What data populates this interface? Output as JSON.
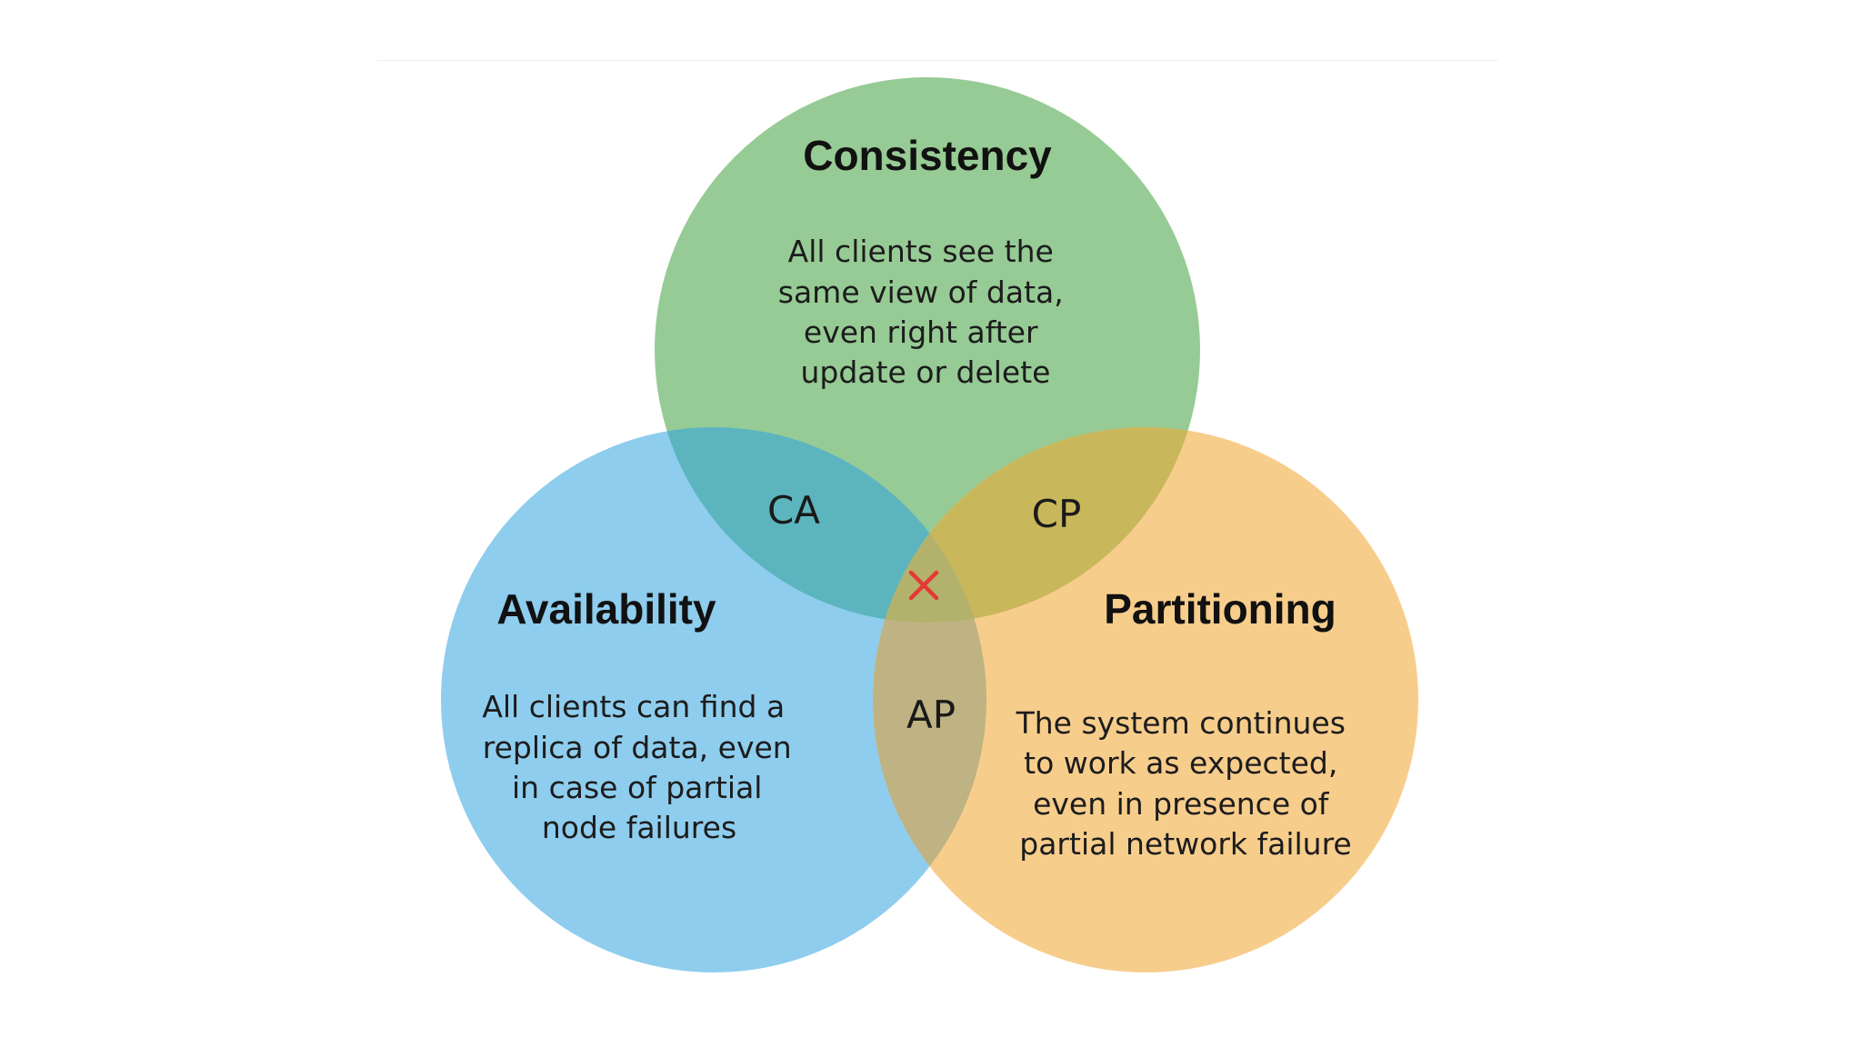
{
  "diagram": {
    "consistency": {
      "title": "Consistency",
      "description": [
        "All clients see the",
        "same view of data,",
        "even right after",
        "update or delete"
      ],
      "color": "#97cb95"
    },
    "availability": {
      "title": "Availability",
      "description": [
        "All clients can find a",
        "replica of data, even",
        "in case of partial",
        "node failures"
      ],
      "color": "#8ecdee"
    },
    "partitioning": {
      "title": "Partitioning",
      "description": [
        "The system continues",
        "to work as expected,",
        "even in presence of",
        "partial network failure"
      ],
      "color": "#f7cd8c"
    },
    "intersections": {
      "ca": {
        "label": "CA",
        "color": "#5cb5be"
      },
      "cp": {
        "label": "CP",
        "color": "#c9b75b"
      },
      "ap": {
        "label": "AP",
        "color": "#bfb383"
      },
      "center": {
        "marker": "x-icon",
        "color": "#e53935"
      }
    }
  }
}
